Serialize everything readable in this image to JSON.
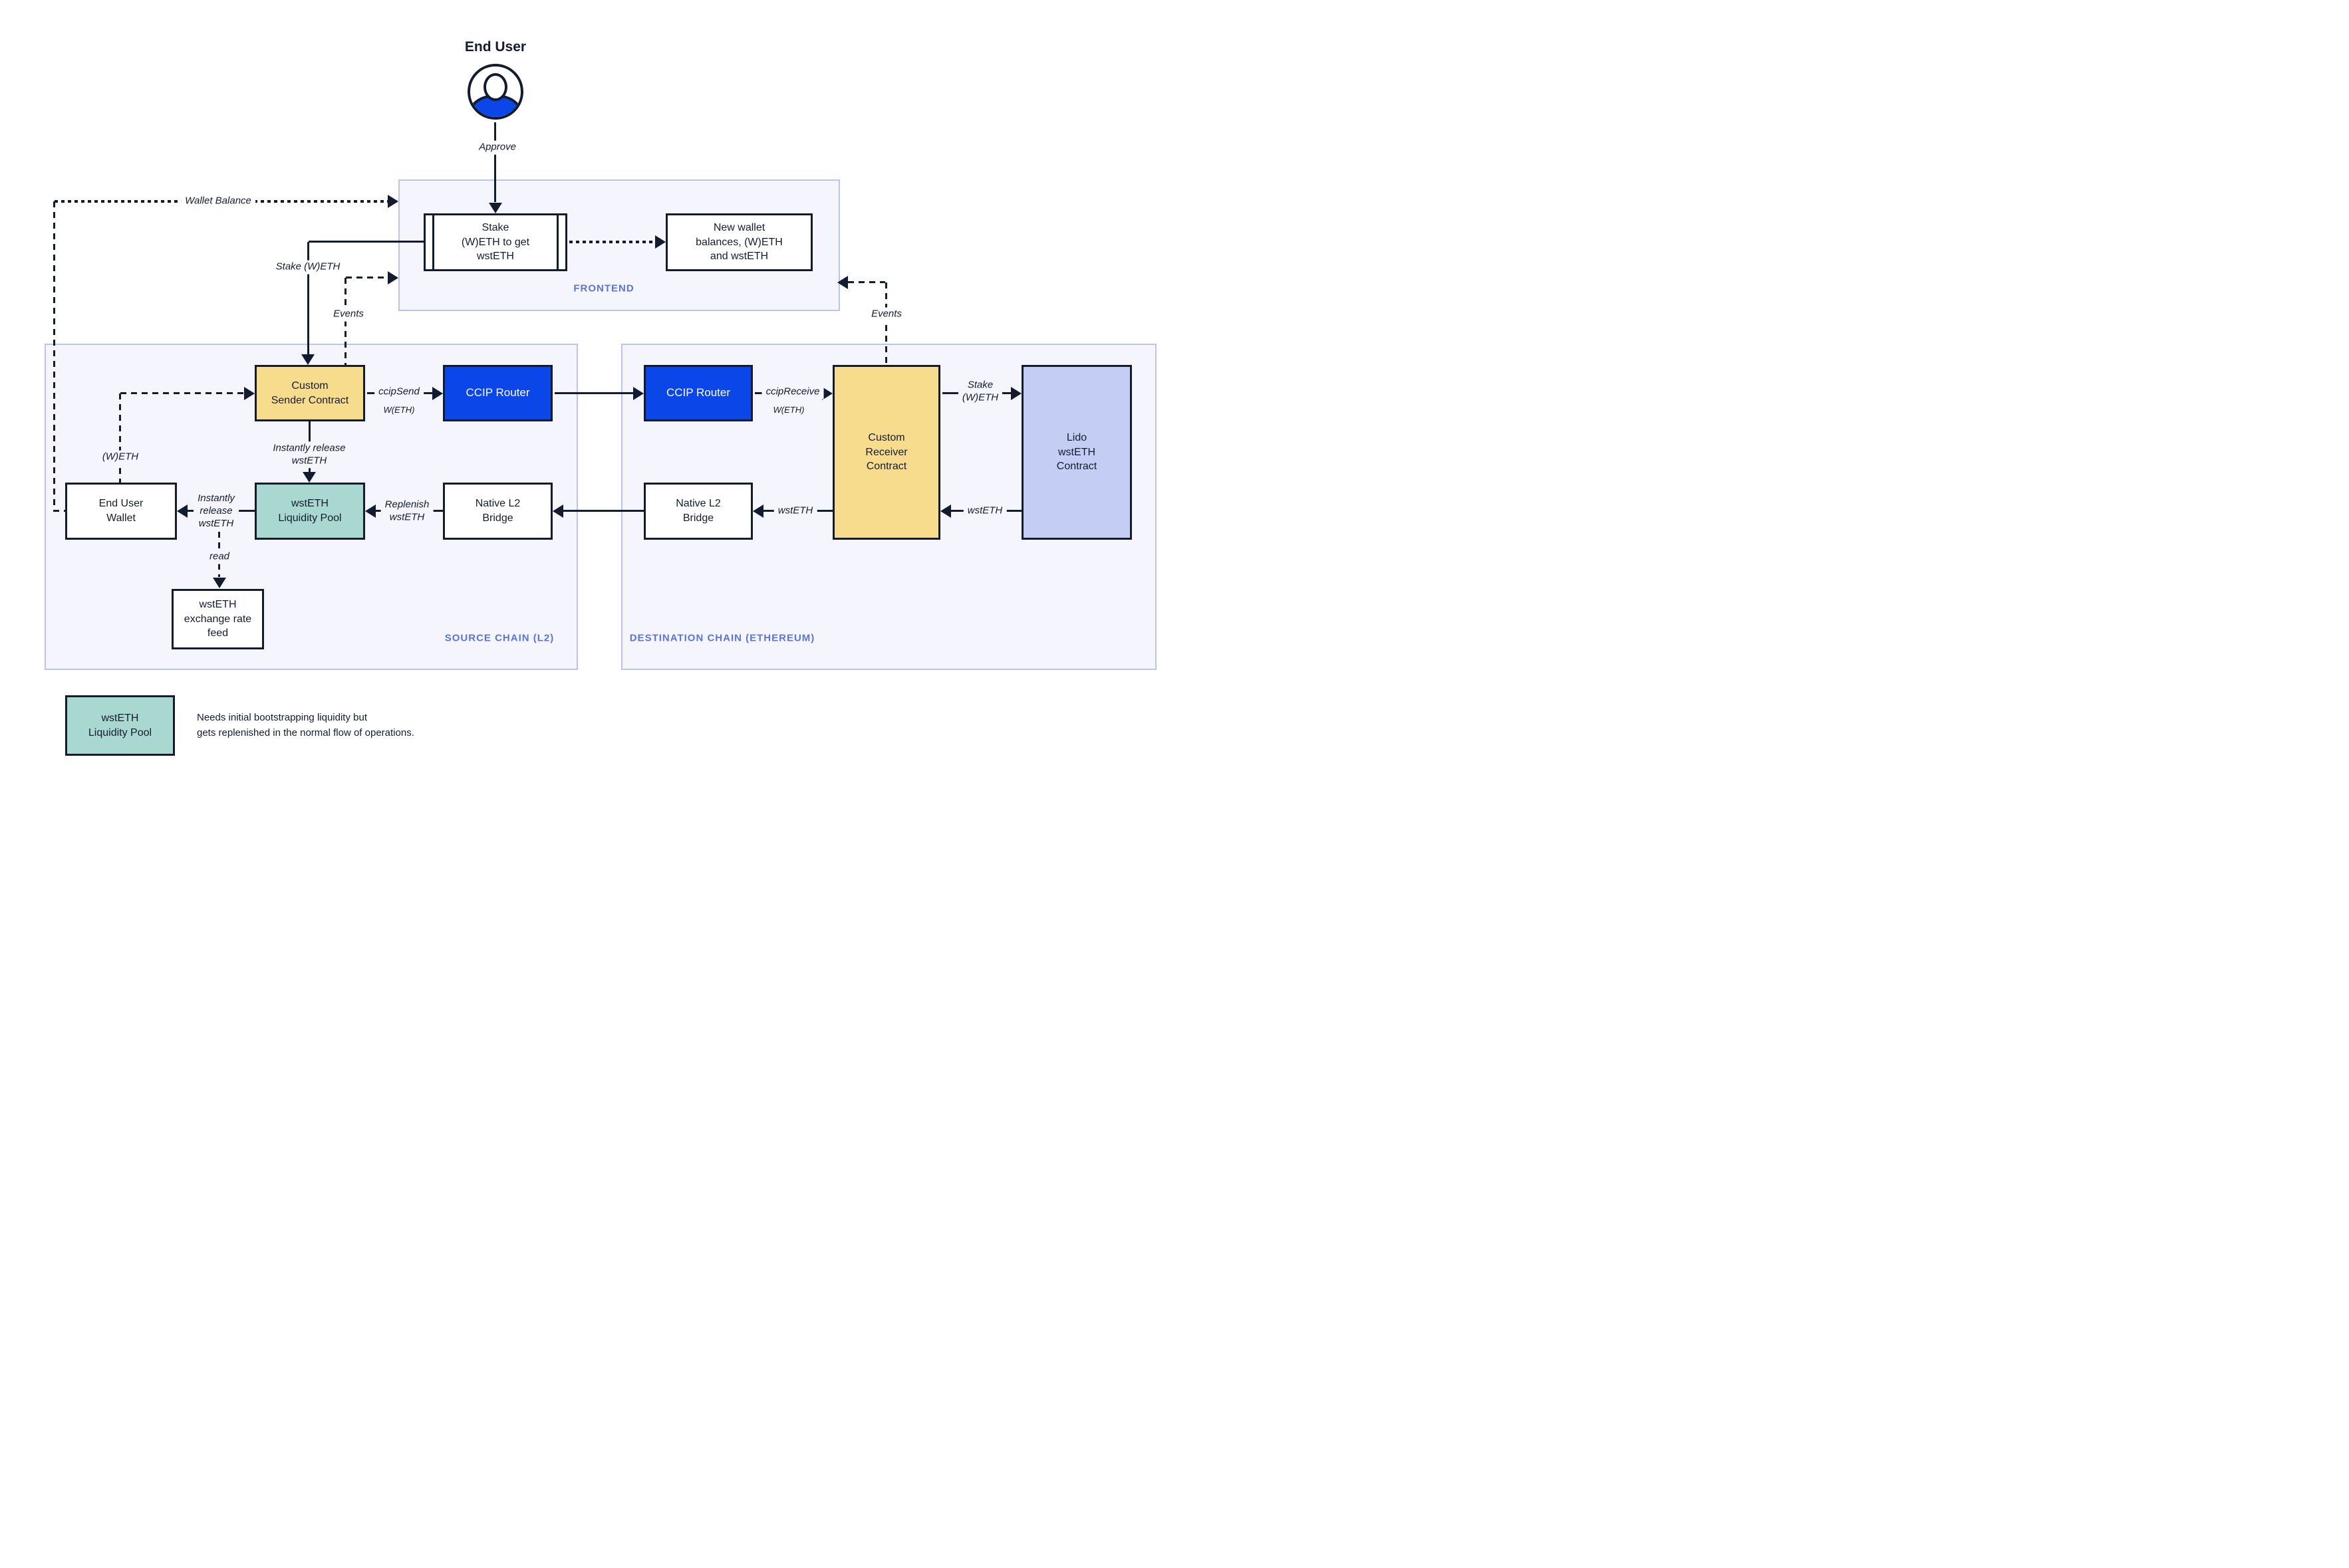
{
  "colors": {
    "ink": "#131c2e",
    "accent_blue": "#0b46e8",
    "yellow": "#f8dc8e",
    "teal": "#a9d8d1",
    "periwinkle": "#c4cef5",
    "region_fill": "#f5f6fd",
    "region_border": "#b9c4ef",
    "label_blue": "#5b74d3"
  },
  "end_user": {
    "title": "End User",
    "approve_label": "Approve"
  },
  "frontend": {
    "label": "FRONTEND",
    "stake_box": "Stake\n(W)ETH to get\nwstETH",
    "new_wallet_box": "New wallet\nbalances, (W)ETH\nand wstETH",
    "wallet_balance_label": "Wallet Balance"
  },
  "source_chain": {
    "label": "SOURCE CHAIN (L2)",
    "nodes": {
      "custom_sender": "Custom\nSender Contract",
      "ccip_router": "CCIP Router",
      "end_user_wallet": "End User\nWallet",
      "wsteth_liquidity_pool": "wstETH\nLiquidity Pool",
      "native_l2_bridge": "Native L2\nBridge",
      "exchange_rate_feed": "wstETH\nexchange rate\nfeed"
    },
    "edges": {
      "stake_weth": "Stake (W)ETH",
      "events": "Events",
      "ccip_send": "ccipSend",
      "ccip_send_asset": "W(ETH)",
      "instantly_release_vertical": "Instantly release\nwstETH",
      "instantly_release_horizontal": "Instantly\nrelease\nwstETH",
      "weth": "(W)ETH",
      "replenish_wsteth": "Replenish\nwstETH",
      "read": "read"
    }
  },
  "destination_chain": {
    "label": "DESTINATION CHAIN (ETHEREUM)",
    "nodes": {
      "ccip_router": "CCIP Router",
      "custom_receiver": "Custom\nReceiver\nContract",
      "lido_contract": "Lido\nwstETH\nContract",
      "native_l2_bridge": "Native L2\nBridge"
    },
    "edges": {
      "ccip_receive": "ccipReceive",
      "ccip_receive_asset": "W(ETH)",
      "stake_weth": "Stake\n(W)ETH",
      "wsteth_from_lido": "wstETH",
      "wsteth_to_bridge": "wstETH",
      "events": "Events"
    }
  },
  "legend": {
    "box_label": "wstETH\nLiquidity Pool",
    "description": "Needs initial bootstrapping liquidity but\ngets replenished in the normal flow of operations."
  }
}
